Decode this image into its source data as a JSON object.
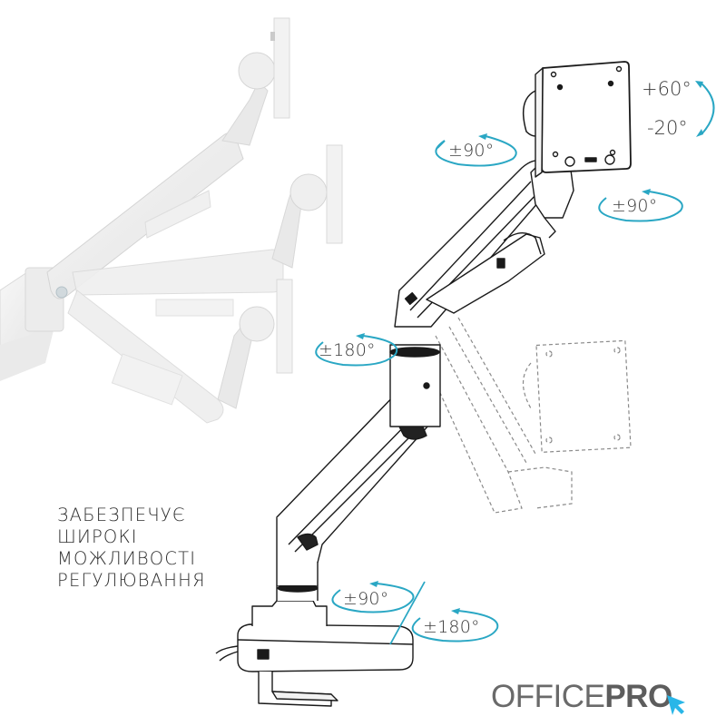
{
  "illustration": {
    "subject": "monitor-arm",
    "arrow_color": "#2aa7c4",
    "line_color": "#1a1a1a",
    "ghost_color": "#8a8a8a",
    "render_arm_color": "#ececec"
  },
  "rotation_labels": {
    "tilt_up": "+60°",
    "tilt_down": "-20°",
    "arm_top_swivel": "±90°",
    "head_swivel": "±90°",
    "elbow_rotation": "±180°",
    "base_swivel": "±90°",
    "base_rotation": "±180°"
  },
  "tagline": {
    "lines": [
      "ЗАБЕЗПЕЧУЄ",
      "ШИРОКІ",
      "МОЖЛИВОСТІ",
      "РЕГУЛЮВАННЯ"
    ]
  },
  "brand": {
    "light": "OFFICE",
    "bold": "PRO",
    "cursor_color": "#29b6e8",
    "text_color": "#666666"
  }
}
